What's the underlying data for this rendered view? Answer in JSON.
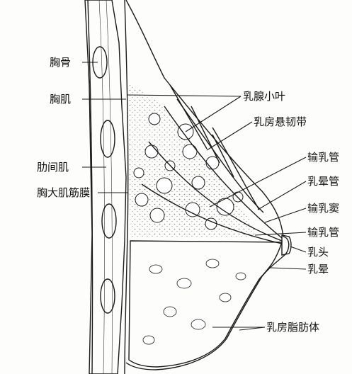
{
  "labels": {
    "sternum": "胸骨",
    "pectoral_muscle": "胸肌",
    "intercostal_muscle": "肋间肌",
    "pectoral_fascia": "胸大肌筋膜",
    "lobule": "乳腺小叶",
    "suspensory_ligament": "乳房悬韧带",
    "lactiferous_duct_1": "输乳管",
    "areolar_duct": "乳晕管",
    "lactiferous_sinus": "输乳窦",
    "lactiferous_duct_2": "输乳管",
    "nipple": "乳头",
    "areola": "乳晕",
    "fat_body": "乳房脂肪体"
  },
  "colors": {
    "ink": "#1a1a1a",
    "paper": "#fdfdfb"
  }
}
